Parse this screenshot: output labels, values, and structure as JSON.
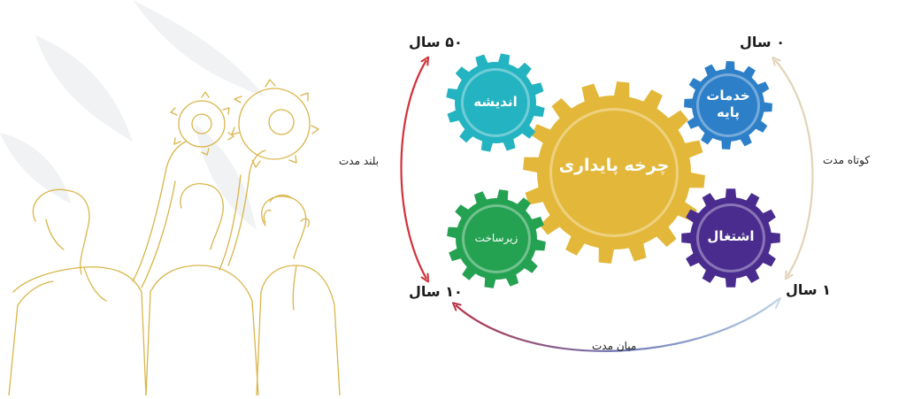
{
  "gears": {
    "center": {
      "label": "چرخه پایداری",
      "color": "#e3b83a"
    },
    "ideas": {
      "label": "اندیشه",
      "color": "#24b3c1"
    },
    "basic_services": {
      "label": "خدمات پایه",
      "color": "#2d7fc8"
    },
    "infrastructure": {
      "label": "زیرساخت",
      "color": "#25a152"
    },
    "employment": {
      "label": "اشتغال",
      "color": "#4a2c8e"
    }
  },
  "years": {
    "y0": "۰ سال",
    "y1": "۱ سال",
    "y10": "۱۰ سال",
    "y50": "۵۰ سال"
  },
  "terms": {
    "short": "کوتاه مدت",
    "medium": "میان مدت",
    "long": "بلند مدت"
  },
  "colors": {
    "long_arrow": "#d1323a",
    "short_arrow": "#e8dcc6",
    "medium_arrow_start": "#b7cfe6",
    "medium_arrow_end": "#b5354a",
    "illustration_line": "#d9b54a"
  },
  "icons": [
    "gear-icon",
    "people-illustration",
    "arrow-icon"
  ]
}
